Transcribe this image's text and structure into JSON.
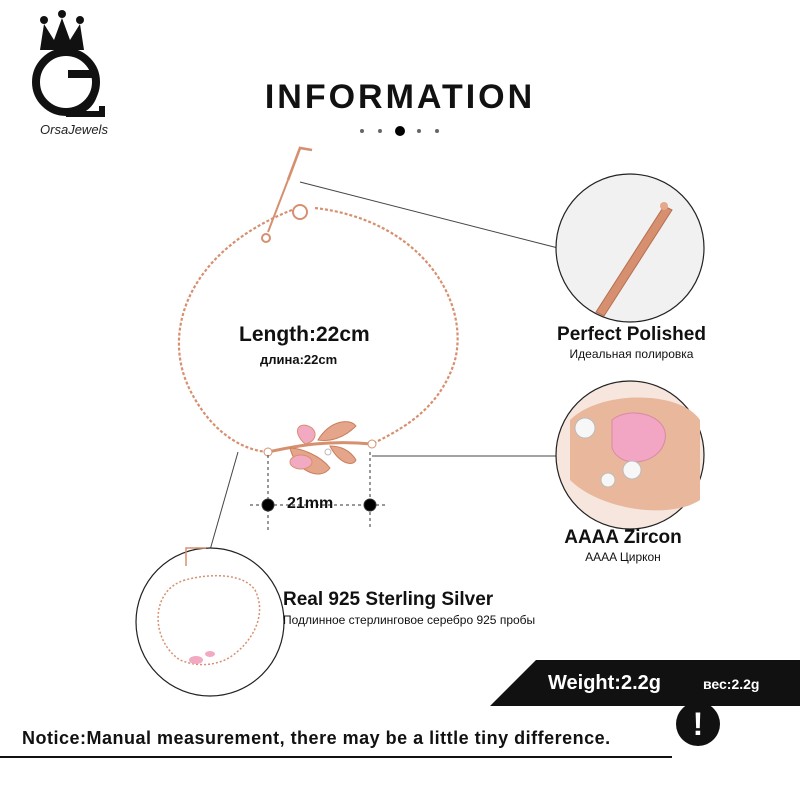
{
  "brand": {
    "name": "OrsaJewels"
  },
  "header": {
    "title": "INFORMATION"
  },
  "bracelet": {
    "length_en": "Length:22cm",
    "length_ru": "длина:22cm",
    "charm_width": "21mm"
  },
  "callouts": {
    "polished_en": "Perfect  Polished",
    "polished_ru": "Идеальная полировка",
    "zircon_en": "AAAA Zircon",
    "zircon_ru": "AAAA Циркон",
    "silver_en": "Real 925  Sterling  Silver",
    "silver_ru": "Подлинное стерлинговое серебро 925 пробы"
  },
  "weight": {
    "en": "Weight:2.2g",
    "ru": "вес:2.2g"
  },
  "notice": {
    "text": "Notice:Manual measurement, there may be a little tiny difference.",
    "icon": "exclamation-icon"
  },
  "colors": {
    "rose_gold": "#d7906f",
    "pink_stone": "#f2a9c2",
    "dark": "#111111"
  }
}
